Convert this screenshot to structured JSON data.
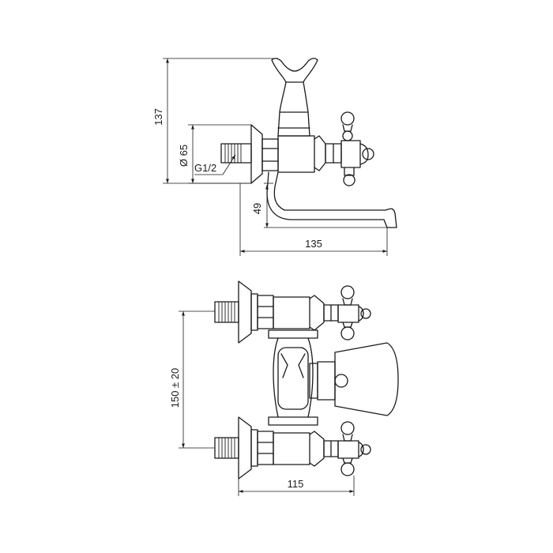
{
  "labels": {
    "height_total": "137",
    "diameter": "Ø 65",
    "thread": "G1/2",
    "spout_height": "49",
    "projection": "135",
    "center_distance": "150 ± 20",
    "width_bottom": "115"
  }
}
